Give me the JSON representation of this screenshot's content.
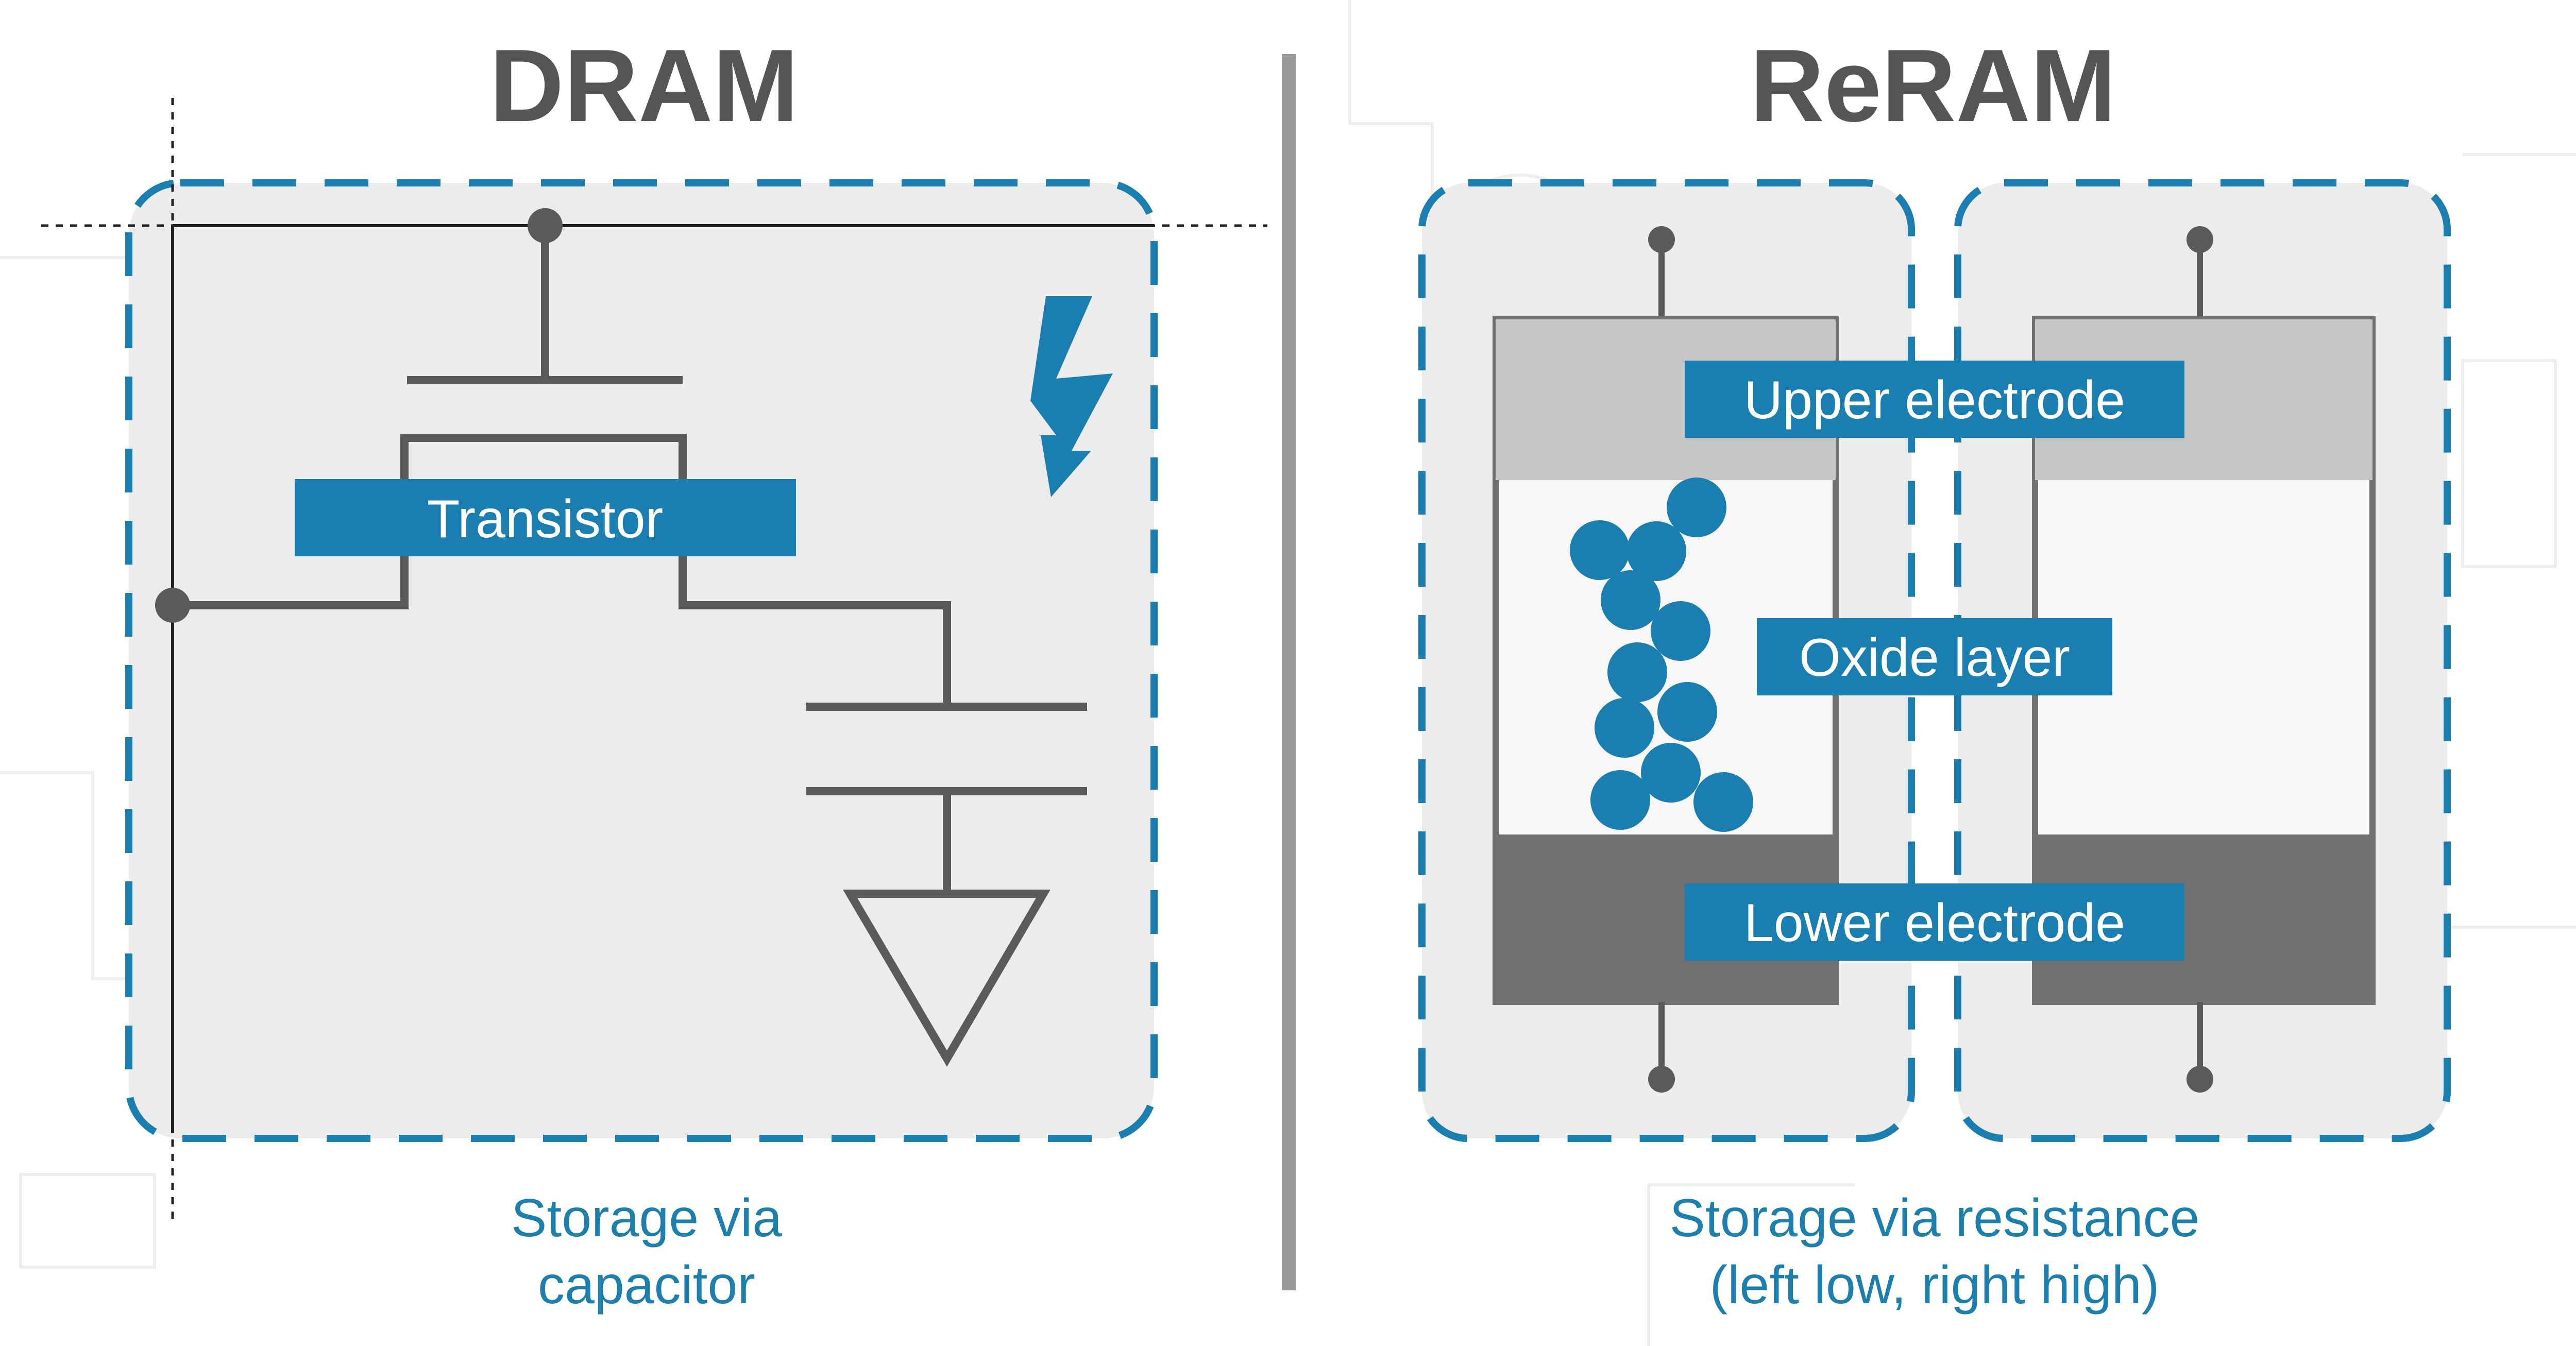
{
  "dram": {
    "title": "DRAM",
    "transistor_label": "Transistor",
    "caption_line1": "Storage via",
    "caption_line2": "capacitor",
    "icon": "lightning-bolt-icon"
  },
  "reram": {
    "title": "ReRAM",
    "upper_electrode_label": "Upper electrode",
    "oxide_layer_label": "Oxide layer",
    "lower_electrode_label": "Lower electrode",
    "caption_line1": "Storage via resistance",
    "caption_line2": "(left low, right high)"
  },
  "colors": {
    "accent_blue": "#1a7fb0",
    "panel_fill": "#ececec",
    "wire_gray": "#5a5a5a",
    "upper_electrode": "#c6c6c6",
    "lower_electrode": "#707070",
    "divider": "#9a9a9a"
  }
}
